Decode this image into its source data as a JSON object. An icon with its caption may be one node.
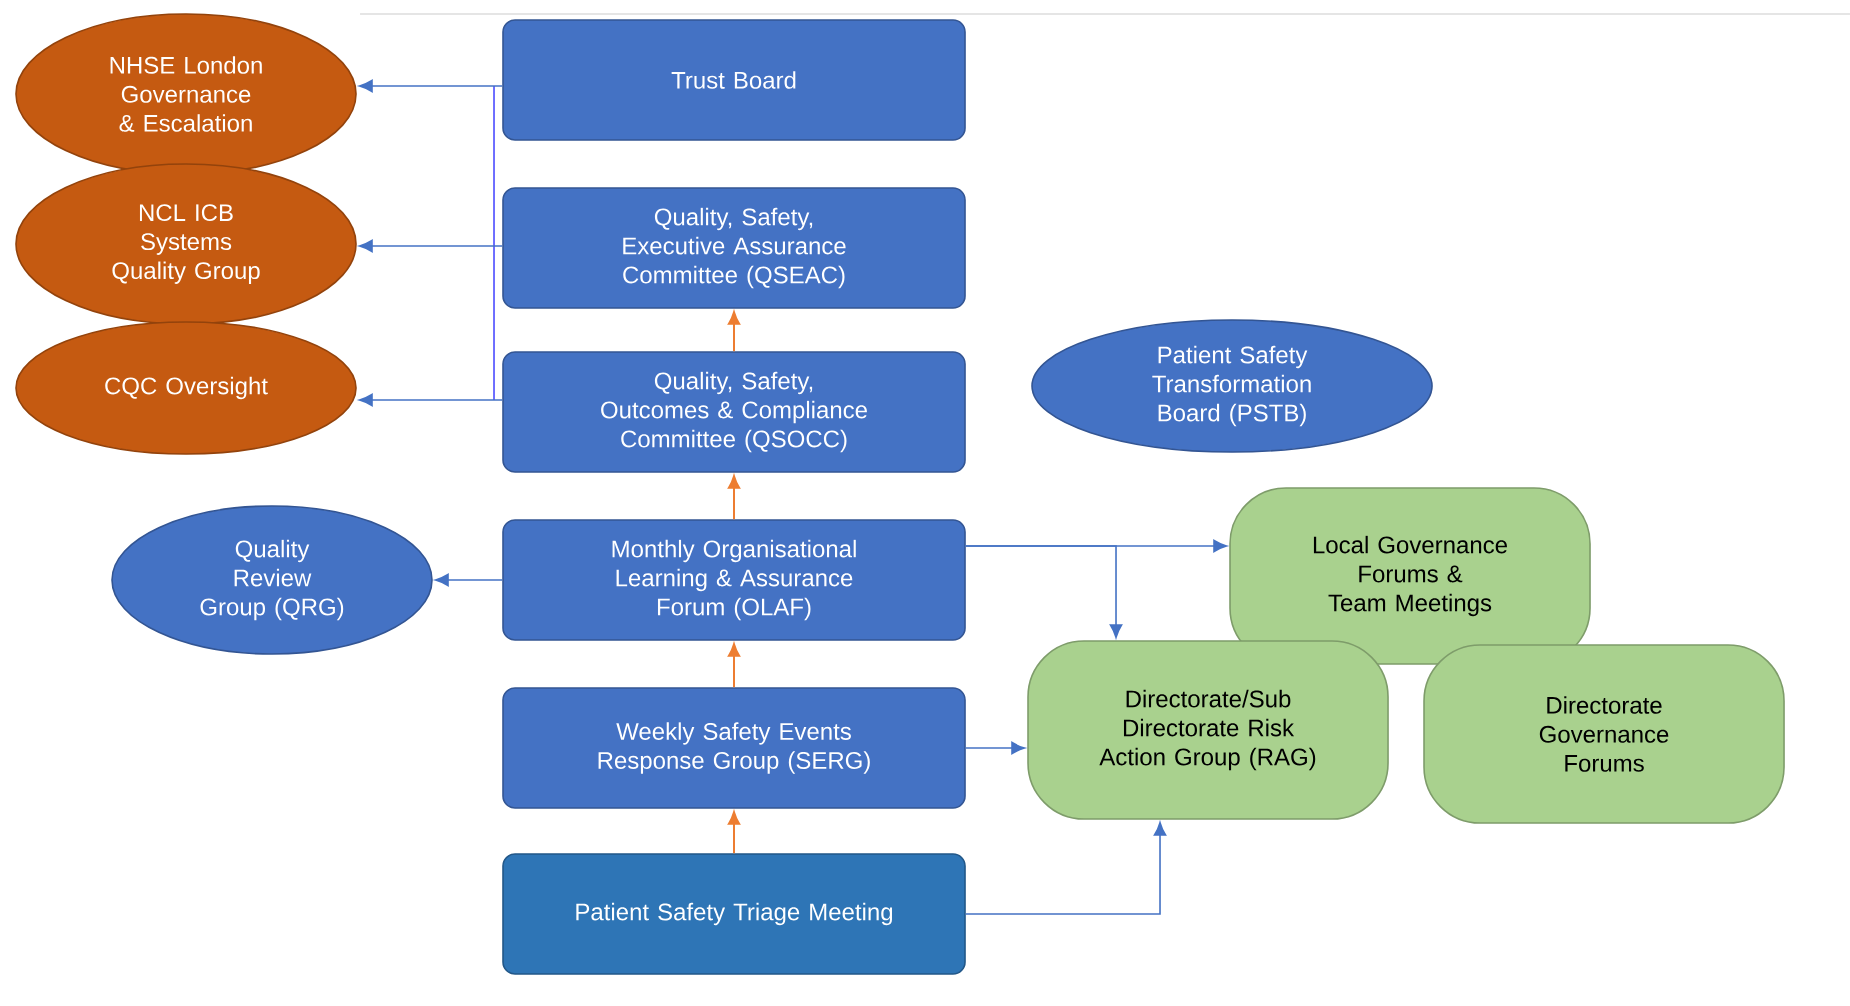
{
  "diagram": {
    "nodes": [
      {
        "text": [
          "NHSE London Governance & Escalation"
        ]
      },
      {
        "text": [
          "NCL ICB Systems Quality Group"
        ]
      },
      {
        "text": [
          "CQC Oversight"
        ]
      },
      {
        "text": [
          "Trust Board"
        ]
      },
      {
        "text": [
          "Quality, Safety, Executive Assurance Committee (QSEAC)"
        ]
      },
      {
        "text": [
          "Quality, Safety, Outcomes & Compliance Committee (QSOCC)"
        ]
      },
      {
        "text": [
          "Patient Safety Transformation Board (PSTB)"
        ]
      },
      {
        "text": [
          "Quality Review Group (QRG)"
        ]
      },
      {
        "text": [
          "Monthly Organisational Learning & Assurance Forum (OLAF)"
        ]
      },
      {
        "text": [
          "Local Governance Forums & Team Meetings"
        ]
      },
      {
        "text": [
          "Directorate/Sub Directorate Risk Action Group (RAG)"
        ]
      },
      {
        "text": [
          "Directorate Governance Forums"
        ]
      },
      {
        "text": [
          "Weekly Safety Events Response Group (SERG)"
        ]
      },
      {
        "text": [
          "Patient Safety Triage Meeting"
        ]
      }
    ],
    "edges": [
      {
        "from": 3,
        "to": 0,
        "arrow": "to"
      },
      {
        "from": 4,
        "to": 1,
        "arrow": "to"
      },
      {
        "from": 5,
        "to": 2,
        "arrow": "to"
      },
      {
        "from": 5,
        "to": 4,
        "arrow": "to",
        "color": "#ed7d31"
      },
      {
        "from": 8,
        "to": 5,
        "arrow": "to",
        "color": "#ed7d31"
      },
      {
        "from": 12,
        "to": 8,
        "arrow": "to",
        "color": "#ed7d31"
      },
      {
        "from": 13,
        "to": 12,
        "arrow": "to",
        "color": "#ed7d31"
      },
      {
        "from": 8,
        "to": 7,
        "arrow": "to"
      },
      {
        "from": 8,
        "to": 9,
        "arrow": "to"
      },
      {
        "from": 8,
        "to": 10,
        "arrow": "to"
      },
      {
        "from": 12,
        "to": 10,
        "arrow": "to"
      },
      {
        "from": 13,
        "to": 10,
        "arrow": "to"
      }
    ]
  }
}
